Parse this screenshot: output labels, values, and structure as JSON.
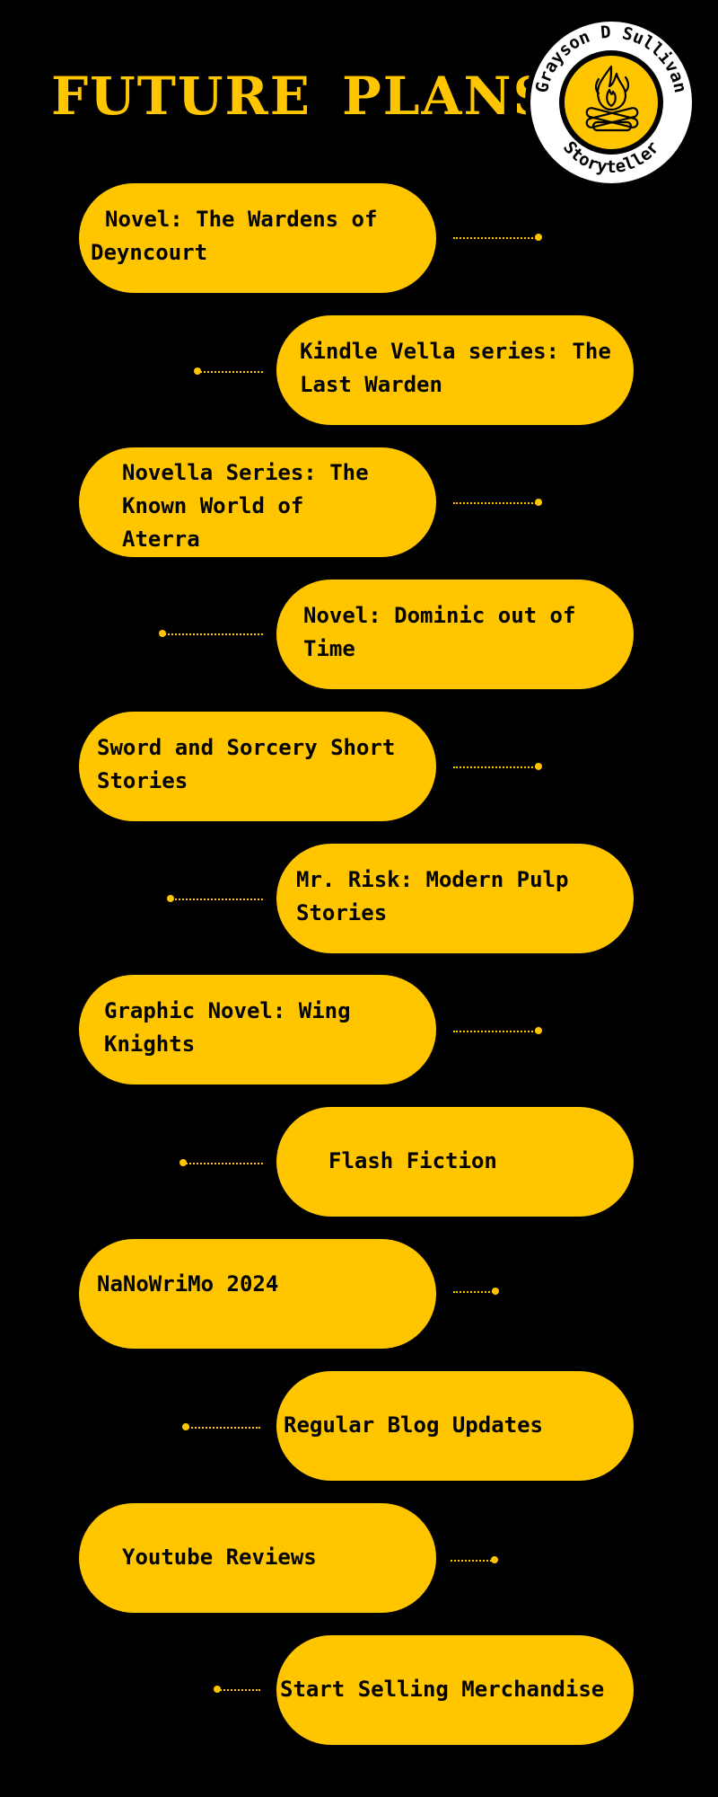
{
  "header": {
    "title": "FUTURE PLANS"
  },
  "logo": {
    "top_text": "Grayson D Sullivan",
    "bottom_text": "Storyteller",
    "icon": "campfire-icon"
  },
  "colors": {
    "background": "#000000",
    "accent": "#FFC600",
    "text": "#000000"
  },
  "timeline": [
    {
      "label": "Novel: The Wardens of Deyncourt",
      "date": ""
    },
    {
      "label": "Kindle Vella series: The Last Warden",
      "date": ""
    },
    {
      "label": "Novella Series: The Known World of Aterra",
      "date": ""
    },
    {
      "label": "Novel: Dominic out of Time",
      "date": ""
    },
    {
      "label": "Sword and Sorcery Short Stories",
      "date": ""
    },
    {
      "label": "Mr. Risk: Modern Pulp Stories",
      "date": ""
    },
    {
      "label": "Graphic Novel: Wing Knights",
      "date": ""
    },
    {
      "label": "Flash Fiction",
      "date": ""
    },
    {
      "label": "NaNoWriMo 2024",
      "date": ""
    },
    {
      "label": "Regular Blog Updates",
      "date": ""
    },
    {
      "label": "Youtube Reviews",
      "date": ""
    },
    {
      "label": "Start Selling Merchandise",
      "date": ""
    }
  ]
}
